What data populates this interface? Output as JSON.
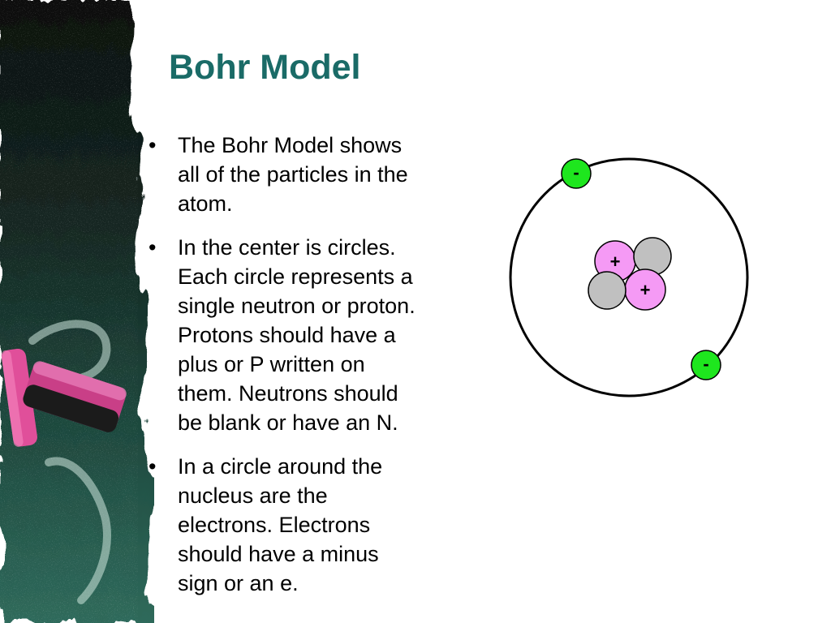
{
  "slide": {
    "title": "Bohr Model",
    "bullets": [
      "The Bohr Model shows\nall of the particles in the\natom.",
      "In the center is circles.\nEach circle represents a\nsingle neutron or proton.\nProtons should have a\nplus or P written on\nthem. Neutrons should\nbe blank or have an N.",
      "In a circle around the\nnucleus are the\nelectrons. Electrons\nshould have a minus\nsign or an e."
    ]
  },
  "diagram": {
    "proton_symbol": "+",
    "electron_symbol": "-",
    "colors": {
      "proton": "#f59af5",
      "neutron": "#c0c0c0",
      "electron": "#1ee61e",
      "orbit": "#000000",
      "title": "#1a6b67"
    }
  }
}
